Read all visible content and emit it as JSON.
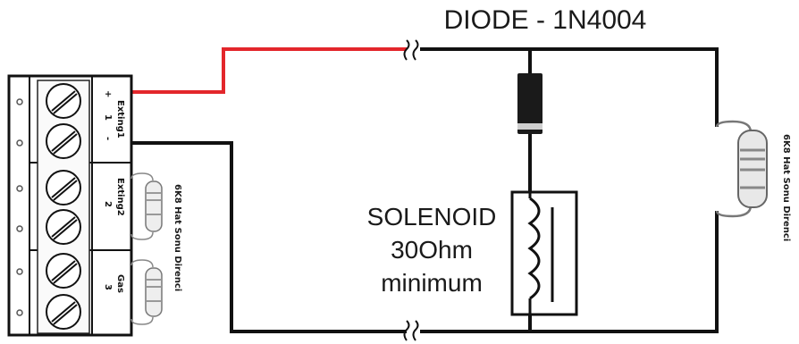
{
  "diode": {
    "label": "DIODE - 1N4004"
  },
  "solenoid": {
    "line1": "SOLENOID",
    "line2": "30Ohm",
    "line3": "minimum"
  },
  "terminal_block": {
    "polarity_plus": "+",
    "polarity_minus": "-",
    "channels": [
      {
        "name": "Exting1",
        "number": "1"
      },
      {
        "name": "Exting2",
        "number": "2"
      },
      {
        "name": "Gas",
        "number": "3"
      }
    ]
  },
  "resistor_labels": {
    "center": "6K8 Hat Sonu Direnci",
    "right": "6K8 Hat Sonu Direnci"
  },
  "colors": {
    "wire_positive": "#e3262b",
    "wire": "#111111",
    "diode_body": "#1a1a1a"
  }
}
